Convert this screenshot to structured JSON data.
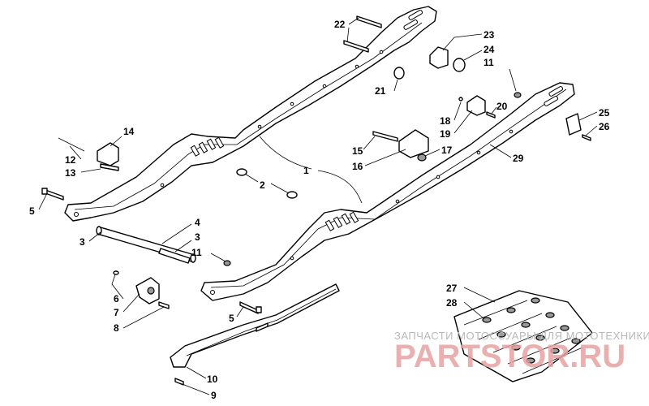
{
  "callouts": {
    "c1": "1",
    "c2": "2",
    "c3a": "3",
    "c3b": "3",
    "c4": "4",
    "c5a": "5",
    "c5b": "5",
    "c6": "6",
    "c7": "7",
    "c8": "8",
    "c9": "9",
    "c10": "10",
    "c11a": "11",
    "c11b": "11",
    "c12": "12",
    "c13": "13",
    "c14": "14",
    "c15": "15",
    "c16": "16",
    "c17": "17",
    "c18": "18",
    "c19": "19",
    "c20": "20",
    "c21": "21",
    "c22": "22",
    "c23": "23",
    "c24": "24",
    "c25": "25",
    "c26": "26",
    "c27": "27",
    "c28": "28",
    "c29": "29"
  },
  "watermark": {
    "caption": "ЗАПЧАСТИ МОТОССУАРЫ ДЛЯ МОТОТЕХНИКИ",
    "brand": "PARTSTOR.RU"
  }
}
